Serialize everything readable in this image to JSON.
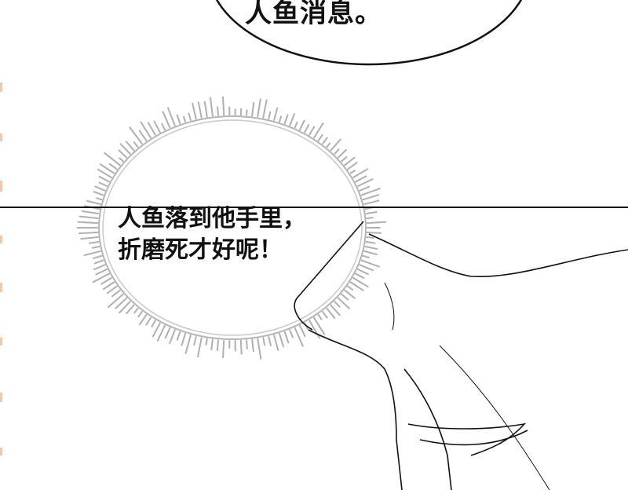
{
  "panel": {
    "top_bubble_text": "人鱼消息。",
    "thought_bubble_lines": [
      "人鱼落到他手里，",
      "折磨死才好呢！"
    ]
  },
  "colors": {
    "ink": "#111111",
    "spike": "#aaaaaa",
    "edge_marks": "#f2c9a8"
  }
}
